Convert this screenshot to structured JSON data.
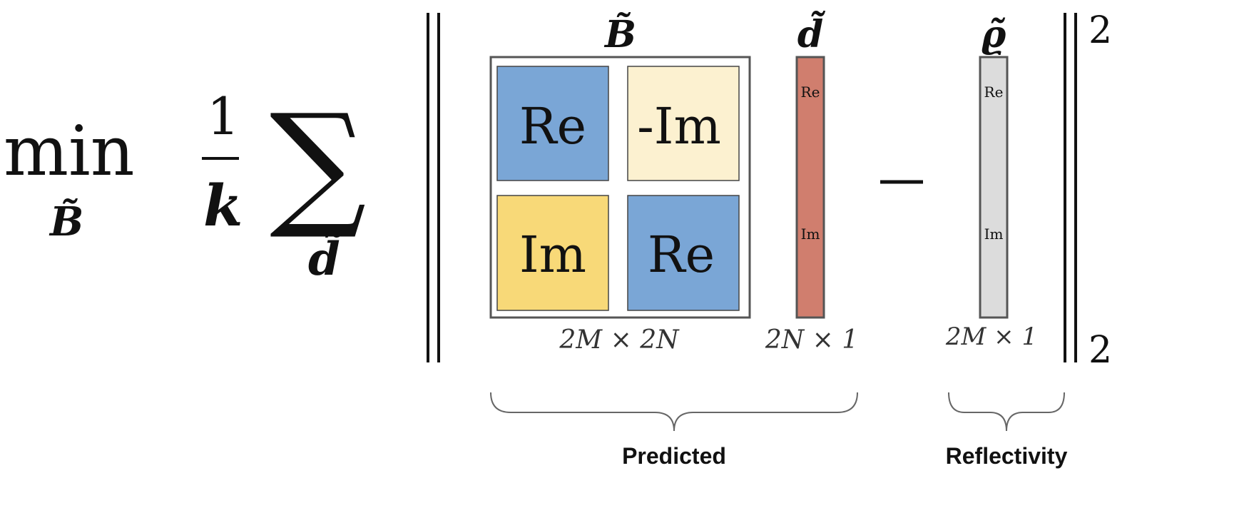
{
  "formula": {
    "min_operator": "min",
    "min_subscript": "B̃",
    "fraction_numerator": "1",
    "fraction_denominator": "k",
    "sum_symbol": "∑",
    "sum_subscript": "d̃",
    "minus_symbol": "−",
    "norm_superscript": "2",
    "norm_subscript": "2"
  },
  "matrix_B": {
    "header": "B̃",
    "cells": [
      {
        "label": "Re",
        "color": "#7aa6d6"
      },
      {
        "label": "-Im",
        "color": "#fcf1d0"
      },
      {
        "label": "Im",
        "color": "#f8d978"
      },
      {
        "label": "Re",
        "color": "#7aa6d6"
      }
    ],
    "dimension": "2M × 2N"
  },
  "vector_d": {
    "header": "d̃",
    "color": "#d07e6e",
    "top_label": "Re",
    "bottom_label": "Im",
    "dimension": "2N × 1"
  },
  "vector_rho": {
    "header": "ϱ̃",
    "color": "#dcdcdc",
    "top_label": "Re",
    "bottom_label": "Im",
    "dimension": "2M × 1"
  },
  "braces": {
    "predicted_label": "Predicted",
    "reflectivity_label": "Reflectivity"
  }
}
